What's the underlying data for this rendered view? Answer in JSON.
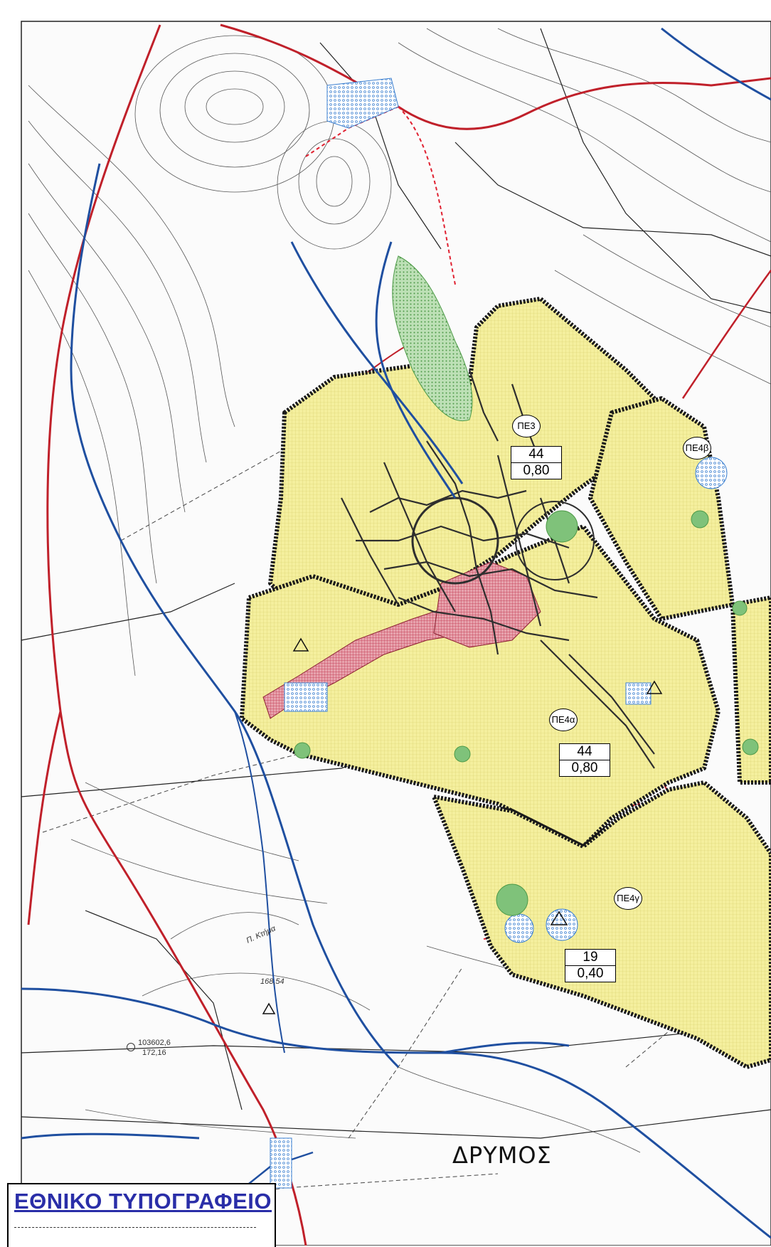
{
  "map": {
    "place_name": "ΔΡΥΜΟΣ",
    "zones": [
      {
        "id": "pe3",
        "label": "ΠΕ3",
        "ratio_top": "44",
        "ratio_bottom": "0,80"
      },
      {
        "id": "pe4b",
        "label": "ΠΕ4β"
      },
      {
        "id": "pe4a",
        "label": "ΠΕ4α",
        "ratio_top": "44",
        "ratio_bottom": "0,80"
      },
      {
        "id": "pe4g",
        "label": "ΠΕ4γ",
        "ratio_top": "19",
        "ratio_bottom": "0,40"
      }
    ],
    "elevation_marker": {
      "top": "103602,6",
      "bottom": "172,16"
    },
    "peak_label": "Π. Κτήμα",
    "peak_elevation": "168,54"
  },
  "stamp": {
    "title": "ΕΘΝΙΚΟ ΤΥΠΟΓΡΑΦΕΙΟ"
  },
  "colors": {
    "zone_fill": "#f3eea0",
    "zone_border": "#1a1a1a",
    "road_red": "#c0202a",
    "river_blue": "#1f4fa0",
    "stamp_text": "#2a2ea8",
    "green_area": "#7fc27a",
    "core_red": "#d84a5a"
  }
}
